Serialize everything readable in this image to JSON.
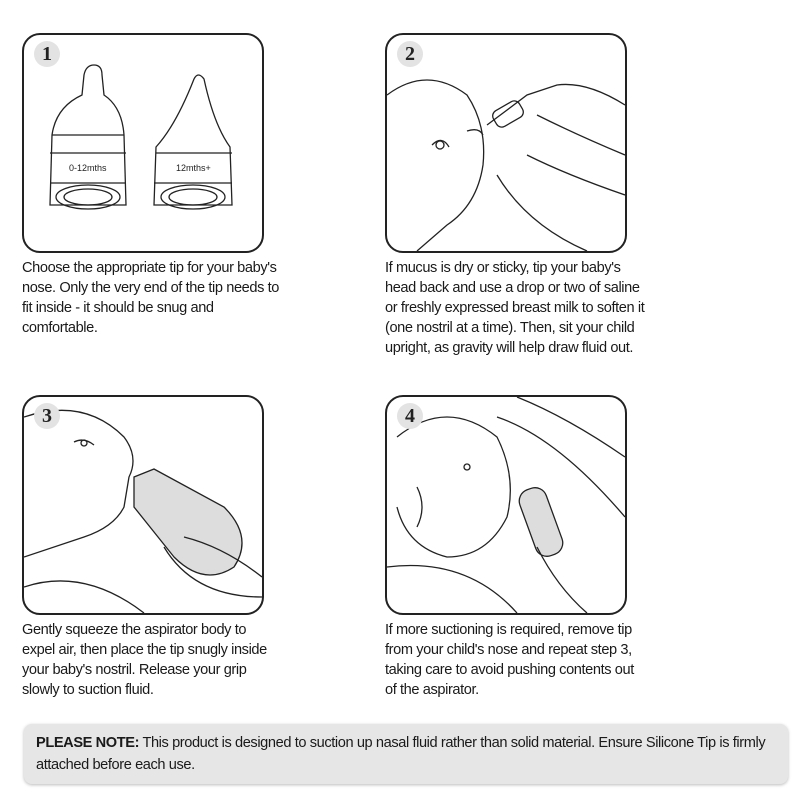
{
  "steps": [
    {
      "number": "1",
      "text": "Choose the appropriate tip for your baby's nose. Only the very end of the tip needs to fit inside - it should be snug and comfortable.",
      "tip_labels": [
        "0-12mths",
        "12mths+"
      ]
    },
    {
      "number": "2",
      "text": "If mucus is dry or sticky, tip your baby's head back and use a drop or two of saline or freshly expressed breast milk to soften it (one nostril at a time). Then, sit your child upright, as gravity will help draw fluid out."
    },
    {
      "number": "3",
      "text": "Gently squeeze the aspirator body to expel air, then place the tip snugly inside your baby's nostril. Release your grip slowly to suction fluid."
    },
    {
      "number": "4",
      "text": "If more suctioning is required, remove tip from your child's nose and repeat step 3, taking care to avoid pushing contents out of the aspirator."
    }
  ],
  "note": {
    "label": "PLEASE NOTE:",
    "text": "This product is designed to suction up nasal fluid rather than solid material. Ensure Silicone Tip is firmly attached before each use."
  }
}
